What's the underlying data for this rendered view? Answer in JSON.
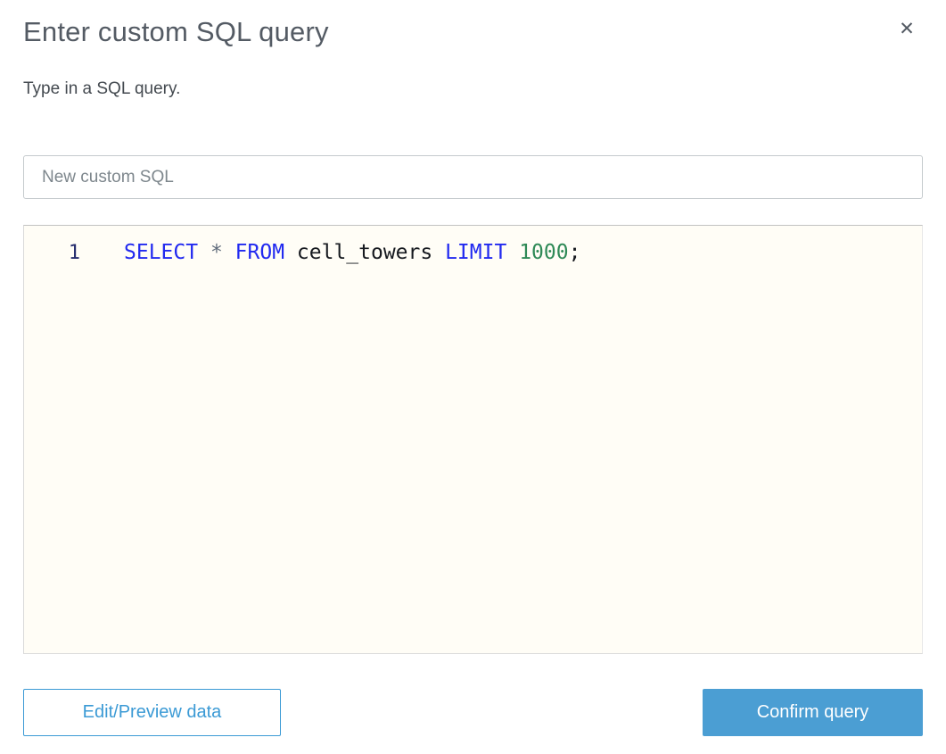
{
  "dialog": {
    "title": "Enter custom SQL query",
    "subtitle": "Type in a SQL query."
  },
  "icons": {
    "close": "✕"
  },
  "name_input": {
    "value": "New custom SQL"
  },
  "sql_editor": {
    "lines": [
      {
        "number": "1",
        "tokens": [
          {
            "type": "keyword",
            "text": "SELECT"
          },
          {
            "type": "plain",
            "text": " "
          },
          {
            "type": "operator",
            "text": "*"
          },
          {
            "type": "plain",
            "text": " "
          },
          {
            "type": "keyword",
            "text": "FROM"
          },
          {
            "type": "plain",
            "text": " cell_towers "
          },
          {
            "type": "keyword",
            "text": "LIMIT"
          },
          {
            "type": "plain",
            "text": " "
          },
          {
            "type": "number",
            "text": "1000"
          },
          {
            "type": "plain",
            "text": ";"
          }
        ]
      }
    ]
  },
  "footer": {
    "edit_preview_label": "Edit/Preview data",
    "confirm_label": "Confirm query"
  },
  "colors": {
    "title": "#545b64",
    "subtitle": "#444a50",
    "input_text": "#7e878d",
    "editor_bg": "#fffdf6",
    "line_number": "#262d6e",
    "keyword": "#2129f0",
    "operator": "#5f6b7a",
    "number": "#2f8a57",
    "plain": "#16191f",
    "accent_blue": "#3b9ad5",
    "confirm_fill": "#4b9ed3"
  }
}
